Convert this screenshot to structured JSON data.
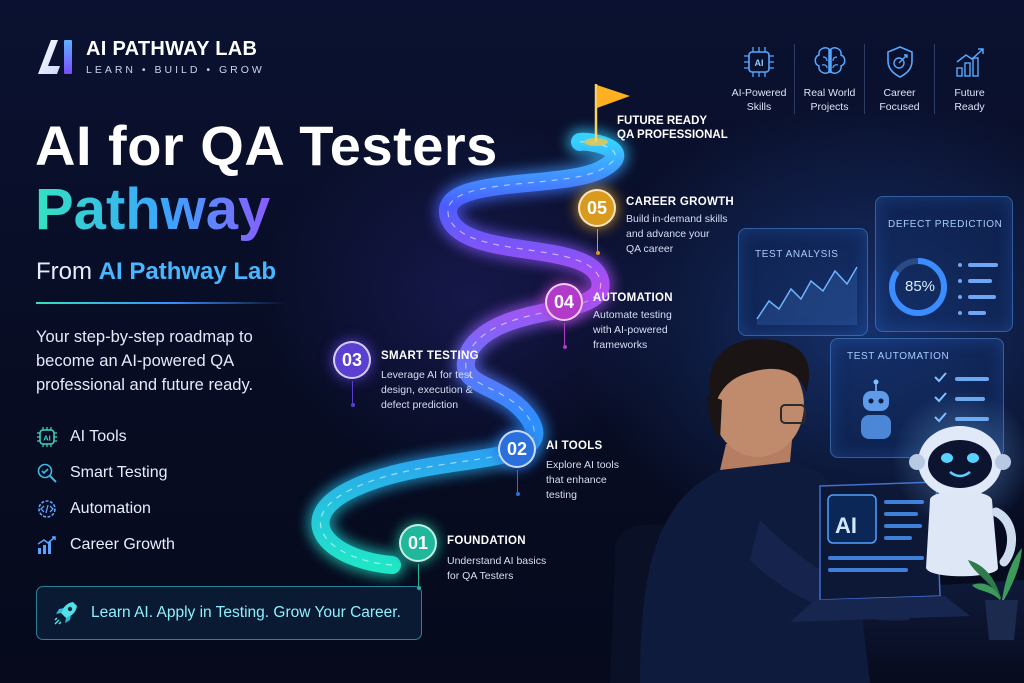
{
  "brand": {
    "name": "AI PATHWAY LAB",
    "tagline": "LEARN • BUILD • GROW",
    "logo_letters": "AI"
  },
  "headline": {
    "line1": "AI for QA Testers",
    "line2": "Pathway"
  },
  "subtitle": {
    "prefix": "From",
    "highlight": "AI Pathway Lab"
  },
  "description": "Your step-by-step roadmap to become an AI-powered QA professional and future ready.",
  "features": [
    {
      "label": "AI Tools",
      "icon": "ai-chip-icon"
    },
    {
      "label": "Smart Testing",
      "icon": "magnifier-check-icon"
    },
    {
      "label": "Automation",
      "icon": "code-gear-icon"
    },
    {
      "label": "Career Growth",
      "icon": "growth-chart-icon"
    }
  ],
  "cta": {
    "text": "Learn AI. Apply in Testing. Grow Your Career.",
    "icon": "rocket-icon"
  },
  "goal": {
    "title": "FUTURE READY\nQA PROFESSIONAL",
    "icon": "flag-icon"
  },
  "steps": [
    {
      "number": "01",
      "title": "FOUNDATION",
      "text": "Understand AI basics\nfor QA Testers",
      "color": "#1fb89a"
    },
    {
      "number": "02",
      "title": "AI TOOLS",
      "text": "Explore AI tools\nthat enhance\ntesting",
      "color": "#2a6fdc"
    },
    {
      "number": "03",
      "title": "SMART TESTING",
      "text": "Leverage AI for test\ndesign, execution &\ndefect prediction",
      "color": "#5a3fd0"
    },
    {
      "number": "04",
      "title": "AUTOMATION",
      "text": "Automate testing\nwith AI-powered\nframeworks",
      "color": "#b23ac9"
    },
    {
      "number": "05",
      "title": "CAREER GROWTH",
      "text": "Build in-demand skills\nand advance your\nQA career",
      "color": "#d99a1e"
    }
  ],
  "badges": [
    {
      "label": "AI-Powered\nSkills",
      "icon": "ai-chip-icon"
    },
    {
      "label": "Real World\nProjects",
      "icon": "brain-icon"
    },
    {
      "label": "Career\nFocused",
      "icon": "shield-target-icon"
    },
    {
      "label": "Future\nReady",
      "icon": "rising-bars-icon"
    }
  ],
  "dashboard": {
    "test_analysis": "TEST ANALYSIS",
    "defect_prediction": "DEFECT PREDICTION",
    "defect_value": "85%",
    "defect_fraction": 0.85,
    "test_automation": "TEST AUTOMATION",
    "laptop_screen": "AI"
  },
  "colors": {
    "accent_teal": "#34e3c0",
    "accent_blue": "#3aa6ff",
    "accent_purple": "#8a5cff",
    "background": "#070d24"
  }
}
